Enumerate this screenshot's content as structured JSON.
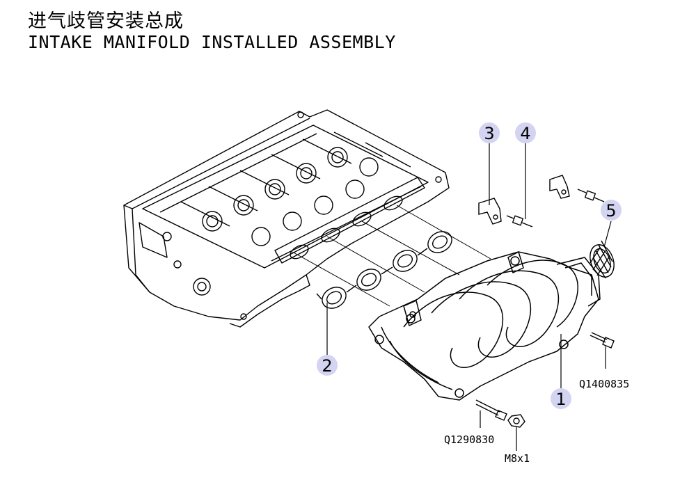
{
  "title": {
    "chinese": "进气歧管安装总成",
    "english": "INTAKE MANIFOLD INSTALLED ASSEMBLY"
  },
  "callouts": [
    {
      "number": "1"
    },
    {
      "number": "2"
    },
    {
      "number": "3"
    },
    {
      "number": "4"
    },
    {
      "number": "5"
    }
  ],
  "part_labels": {
    "bolt_right": "Q1400835",
    "bolt_bottom": "Q1290830",
    "nut": "M8x1"
  },
  "colors": {
    "callout_fill": "#d3d3f2",
    "line": "#000000"
  }
}
